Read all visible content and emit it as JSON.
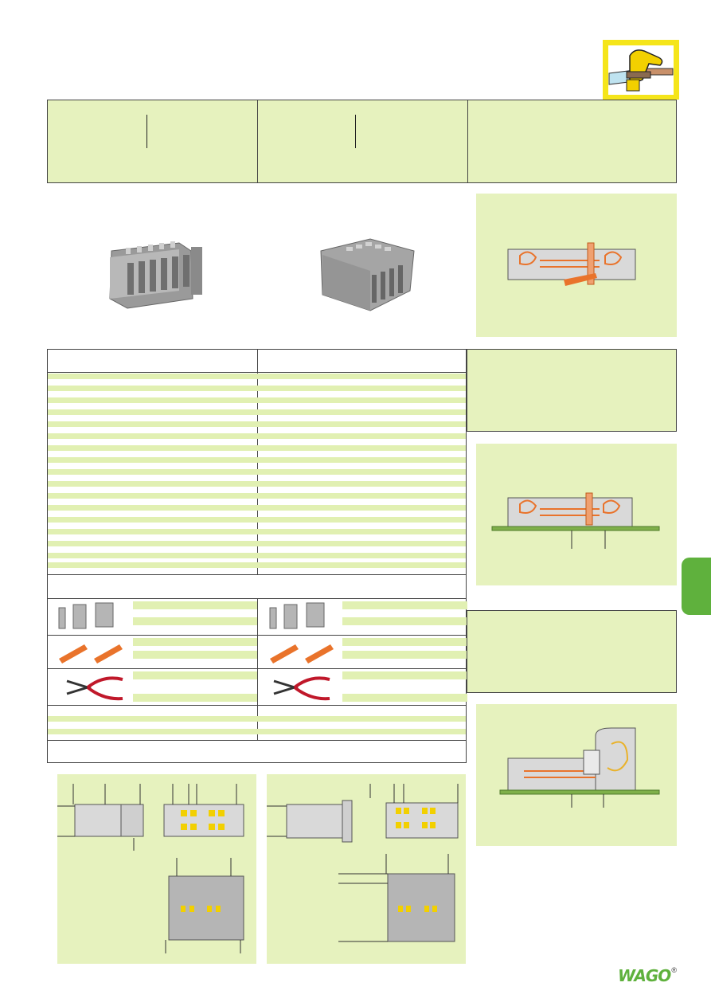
{
  "page": {
    "logo_text": "WAGO",
    "logo_mark": "®",
    "icons": {
      "top_right": "cage-clamp-connection-icon",
      "side_tab": "chapter-tab-marker",
      "logo": "wago-logo"
    },
    "colors": {
      "panel_green": "#e6f2be",
      "stripe_green": "#e1f0b2",
      "tab_green": "#5fb13d",
      "accent_yellow": "#f5e51a",
      "marker_orange": "#e9732b",
      "housing_grey": "#a9a9a9"
    }
  }
}
